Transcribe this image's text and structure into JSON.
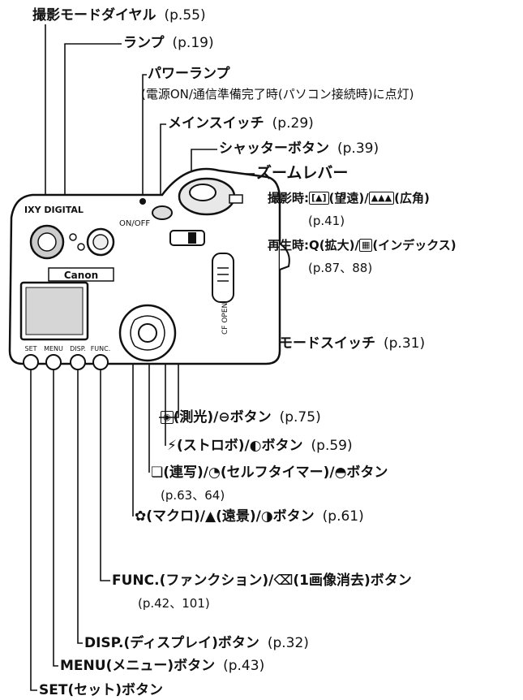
{
  "labels": {
    "mode_dial": {
      "name": "撮影モードダイヤル",
      "page": "(p.55)"
    },
    "lamp": {
      "name": "ランプ",
      "page": "(p.19)"
    },
    "power_lamp": {
      "name": "パワーランプ",
      "note": "(電源ON/通信準備完了時(パソコン接続時)に点灯)"
    },
    "main_switch": {
      "name": "メインスイッチ",
      "page": "(p.29)"
    },
    "shutter_button": {
      "name": "シャッターボタン",
      "page": "(p.39)"
    },
    "zoom_lever": {
      "name": "ズームレバー",
      "shooting_prefix": "撮影時:",
      "tele_icon": "[▲]",
      "tele_text": "(望遠)/",
      "wide_icon": "▲▲▲",
      "wide_text": "(広角)",
      "shooting_page": "(p.41)",
      "playback_prefix": "再生時:",
      "enlarge_icon": "Q",
      "enlarge_text": "(拡大)/",
      "index_icon": "▦",
      "index_text": "(インデックス)",
      "playback_page": "(p.87、88)"
    },
    "mode_switch": {
      "name": "モードスイッチ",
      "page": "(p.31)"
    },
    "metering_button": {
      "icon": "◉",
      "text": "(測光)/⊖ボタン",
      "page": "(p.75)"
    },
    "flash_button": {
      "icon": "⚡",
      "text": "(ストロボ)/◐ボタン",
      "page": "(p.59)"
    },
    "drive_button": {
      "icon": "❏",
      "text": "(連写)/◔(セルフタイマー)/◓ボタン",
      "page": "(p.63、64)"
    },
    "macro_button": {
      "icon": "✿",
      "text": "(マクロ)/▲(遠景)/◑ボタン",
      "page": "(p.61)"
    },
    "func_button": {
      "name": "FUNC.",
      "text": "(ファンクション)/",
      "icon": "⌫",
      "text2": "(1画像消去)ボタン",
      "page": "(p.42、101)"
    },
    "disp_button": {
      "name": "DISP.",
      "text": "(ディスプレイ)ボタン",
      "page": "(p.32)"
    },
    "menu_button": {
      "name": "MENU",
      "text": "(メニュー)ボタン",
      "page": "(p.43)"
    },
    "set_button": {
      "name": "SET",
      "text": "(セット)ボタン"
    }
  },
  "camera": {
    "brand": "Canon",
    "model_mark": "IXY DIGITAL",
    "power_label": "ON/OFF",
    "cf_label": "CF OPEN",
    "button_labels": [
      "SET",
      "MENU",
      "DISP.",
      "FUNC."
    ]
  }
}
